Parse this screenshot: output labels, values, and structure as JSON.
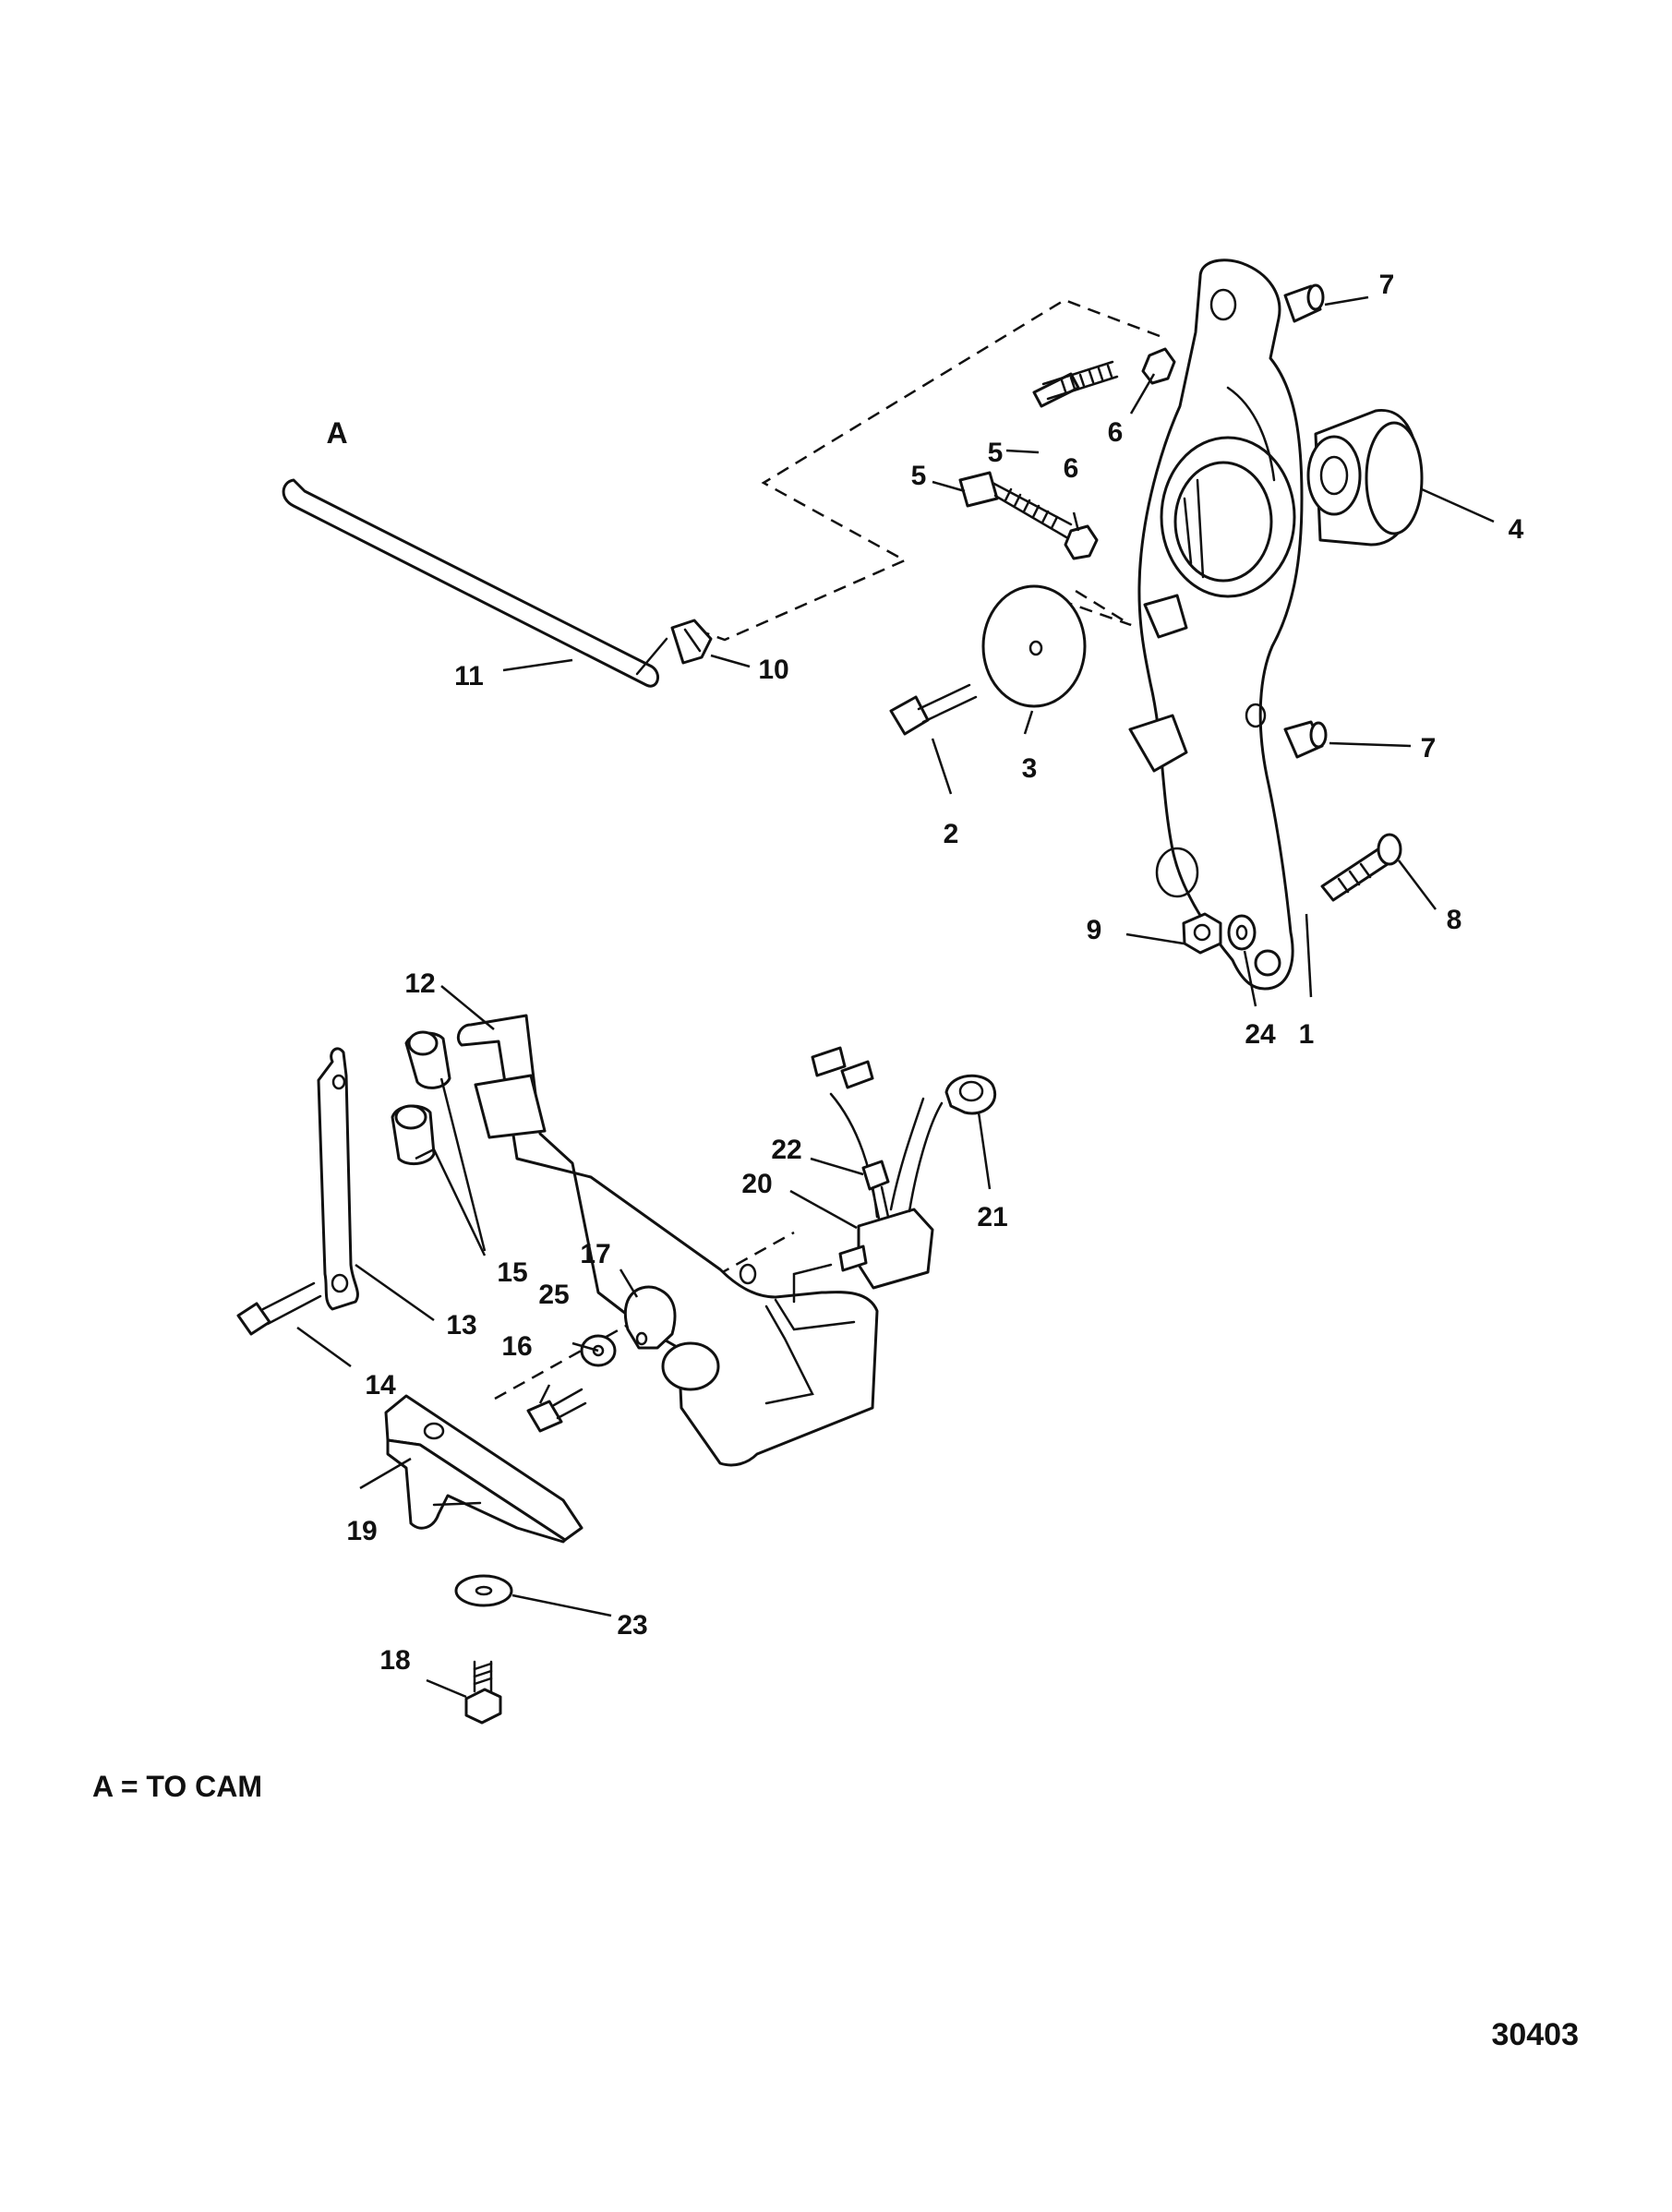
{
  "callout_letter": "A",
  "note": "A = TO CAM",
  "figure_number": "30403",
  "part_labels": {
    "p1": "1",
    "p2": "2",
    "p3": "3",
    "p4": "4",
    "p5a": "5",
    "p5b": "5",
    "p6a": "6",
    "p6b": "6",
    "p7a": "7",
    "p7b": "7",
    "p8": "8",
    "p9": "9",
    "p10": "10",
    "p11": "11",
    "p12": "12",
    "p13": "13",
    "p14": "14",
    "p15": "15",
    "p16": "16",
    "p17": "17",
    "p18": "18",
    "p19": "19",
    "p20": "20",
    "p21": "21",
    "p22": "22",
    "p23": "23",
    "p24": "24",
    "p25": "25"
  },
  "colors": {
    "ink": "#111111",
    "background": "#ffffff"
  }
}
